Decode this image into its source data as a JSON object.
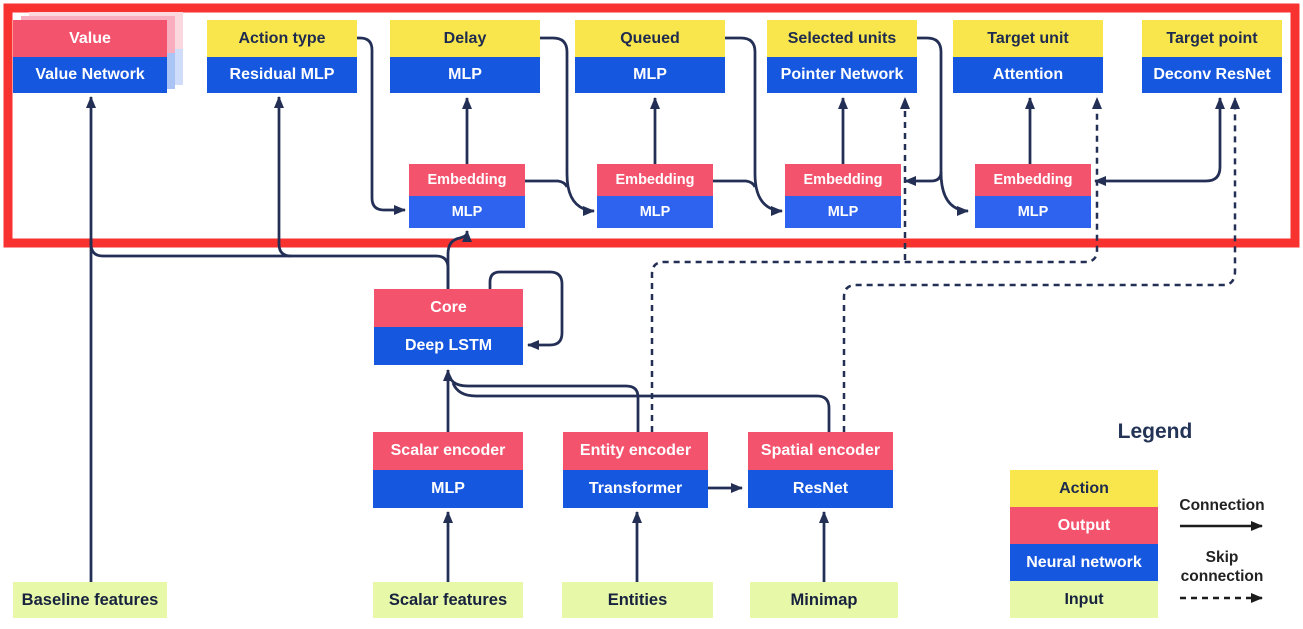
{
  "colors": {
    "action_yellow": "#f9e64d",
    "output_pink": "#f4536e",
    "network_blue": "#1657e0",
    "embedding_blue": "#2d63ee",
    "input_green": "#e7f8a8",
    "line_navy": "#232f55",
    "frame_red": "#f8322f"
  },
  "heads": [
    {
      "top": "Value",
      "bottom": "Value Network"
    },
    {
      "top": "Action type",
      "bottom": "Residual MLP"
    },
    {
      "top": "Delay",
      "bottom": "MLP"
    },
    {
      "top": "Queued",
      "bottom": "MLP"
    },
    {
      "top": "Selected units",
      "bottom": "Pointer Network"
    },
    {
      "top": "Target unit",
      "bottom": "Attention"
    },
    {
      "top": "Target point",
      "bottom": "Deconv ResNet"
    }
  ],
  "embeddings": [
    {
      "top": "Embedding",
      "bottom": "MLP"
    },
    {
      "top": "Embedding",
      "bottom": "MLP"
    },
    {
      "top": "Embedding",
      "bottom": "MLP"
    },
    {
      "top": "Embedding",
      "bottom": "MLP"
    }
  ],
  "core": {
    "top": "Core",
    "bottom": "Deep LSTM"
  },
  "encoders": [
    {
      "top": "Scalar encoder",
      "bottom": "MLP"
    },
    {
      "top": "Entity encoder",
      "bottom": "Transformer"
    },
    {
      "top": "Spatial encoder",
      "bottom": "ResNet"
    }
  ],
  "inputs": [
    "Baseline features",
    "Scalar features",
    "Entities",
    "Minimap"
  ],
  "legend": {
    "title": "Legend",
    "items": [
      {
        "label": "Action"
      },
      {
        "label": "Output"
      },
      {
        "label": "Neural network"
      },
      {
        "label": "Input"
      }
    ],
    "connection": "Connection",
    "skip": "Skip connection"
  }
}
